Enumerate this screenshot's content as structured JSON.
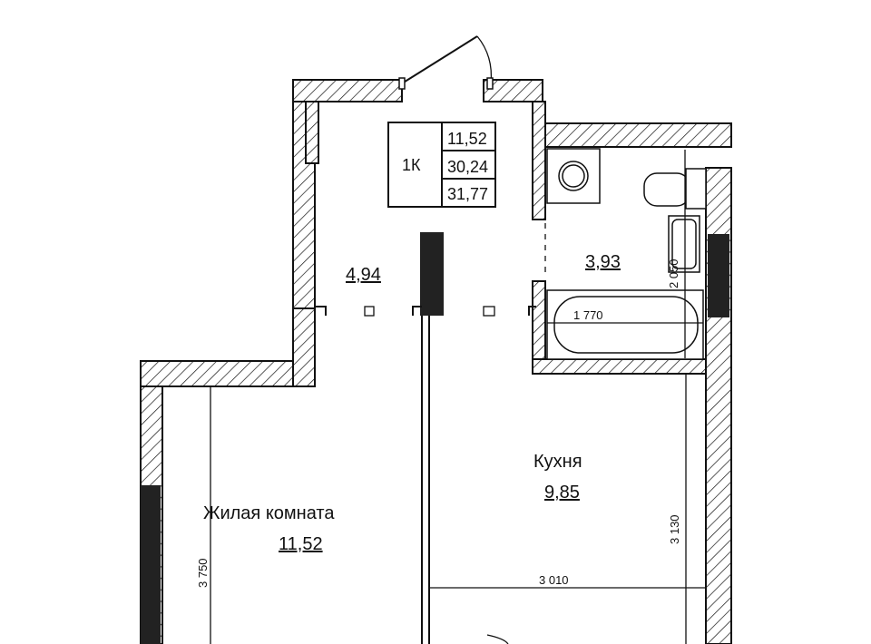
{
  "legend": {
    "type": "1К",
    "values": [
      "11,52",
      "30,24",
      "31,77"
    ]
  },
  "rooms": {
    "hall": {
      "area": "4,94"
    },
    "bathroom": {
      "area": "3,93"
    },
    "kitchen": {
      "name": "Кухня",
      "area": "9,85"
    },
    "living": {
      "name": "Жилая комната",
      "area": "11,52"
    }
  },
  "dimensions": {
    "bath_length": "1 770",
    "bath_width": "2 050",
    "kitchen_depth": "3 130",
    "kitchen_width": "3 010",
    "living_depth": "3 750"
  },
  "colors": {
    "line": "#111111",
    "background": "#ffffff"
  }
}
